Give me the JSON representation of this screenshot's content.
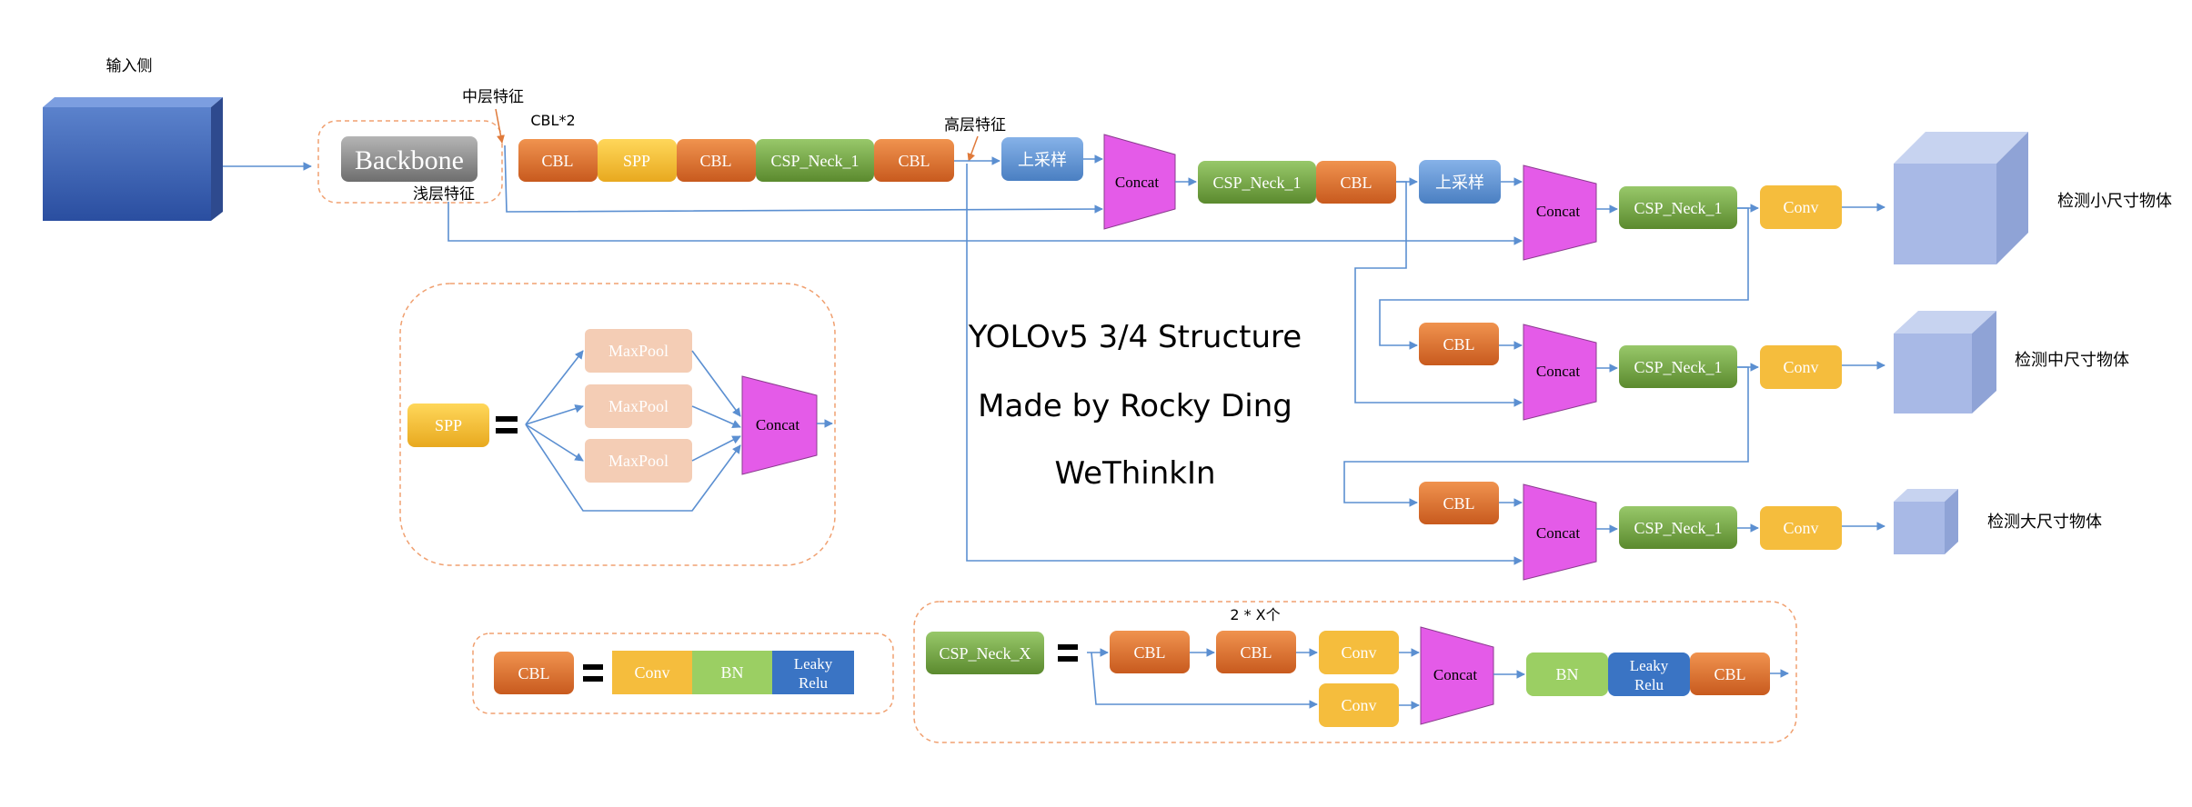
{
  "labels": {
    "input": "输入侧",
    "mid_feature": "中层特征",
    "shallow_feature": "浅层特征",
    "high_feature": "高层特征",
    "cbl_x2": "CBL*2",
    "two_x": "2 * X个"
  },
  "titles": {
    "line1": "YOLOv5 3/4 Structure",
    "line2": "Made by Rocky Ding",
    "line3": "WeThinkIn"
  },
  "blocks": {
    "backbone": "Backbone",
    "cbl": "CBL",
    "spp": "SPP",
    "csp_neck_1": "CSP_Neck_1",
    "csp_neck_x": "CSP_Neck_X",
    "upsample": "上采样",
    "concat": "Concat",
    "conv": "Conv",
    "maxpool": "MaxPool",
    "bn": "BN",
    "leaky_relu_1": "Leaky",
    "leaky_relu_2": "Relu"
  },
  "outputs": {
    "small": "检测小尺寸物体",
    "medium": "检测中尺寸物体",
    "large": "检测大尺寸物体"
  },
  "colors": {
    "cbl": "#d9692a",
    "spp": "#f2b82e",
    "csp": "#6f9e3c",
    "upsample": "#5b8fd1",
    "concat": "#e45be8",
    "conv": "#f5bd3d",
    "bn": "#9bcf63",
    "leaky": "#3a74c4",
    "maxpool": "#f4cdb5",
    "backbone": "#8c8c8c",
    "arrow": "#5b8fd1",
    "dash": "#f0a070"
  }
}
